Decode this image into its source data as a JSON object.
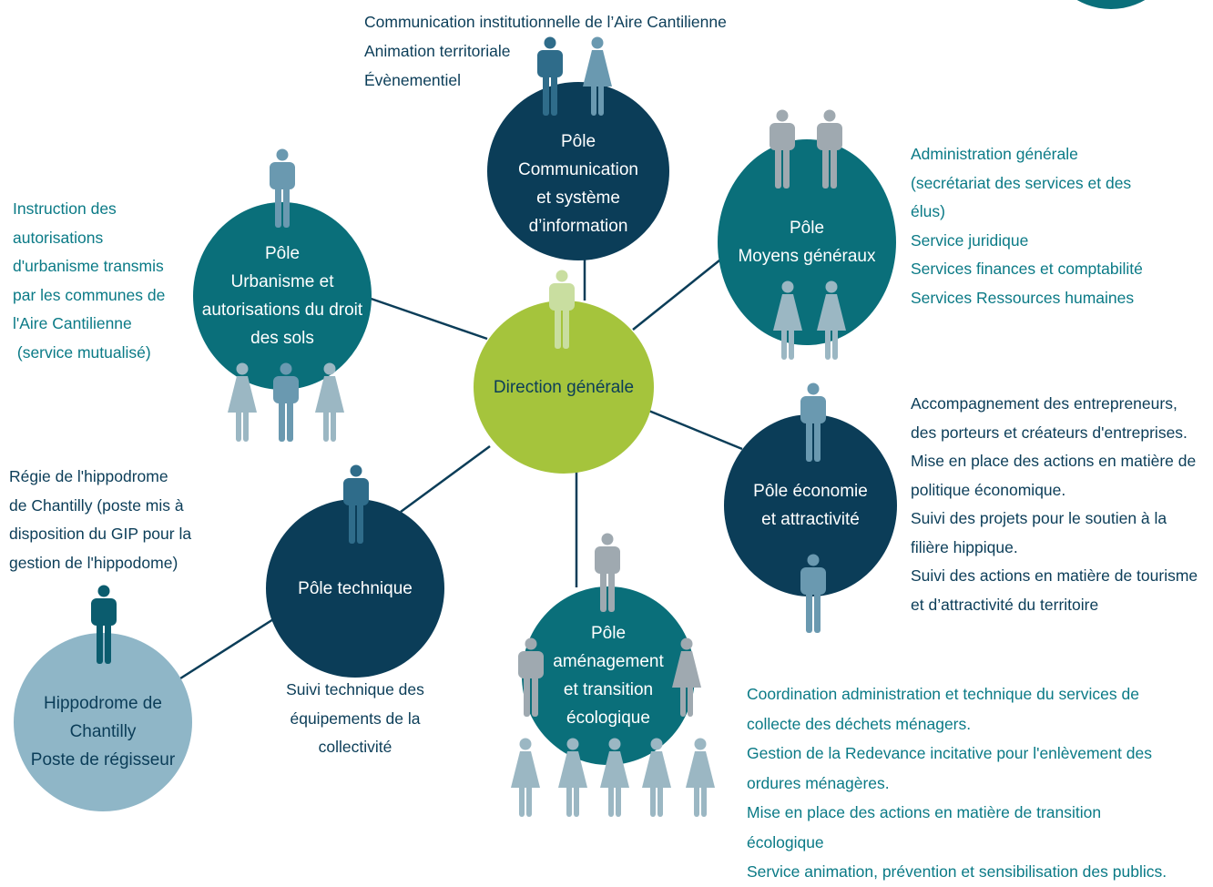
{
  "colors": {
    "dark_navy": "#0b3d58",
    "teal": "#0a6f7a",
    "lime": "#a5c43c",
    "light_blue": "#8fb6c7",
    "person_dark": "#2f6c8a",
    "person_mid": "#6a99b0",
    "person_light": "#9bb7c3",
    "person_gray": "#9fa9b0",
    "person_director": "#c9dea0",
    "text_teal": "#0a7a86",
    "text_dark": "#0b3d58",
    "line": "#0b3d58"
  },
  "direction": {
    "label": "Direction générale"
  },
  "poles": {
    "communication": {
      "lines": [
        "Pôle",
        "Communication",
        "et système",
        "d’information"
      ],
      "description": [
        "Communication institutionnelle de l’Aire Cantilienne",
        "Animation territoriale",
        "Évènementiel"
      ]
    },
    "moyens": {
      "lines": [
        "Pôle",
        "Moyens généraux"
      ],
      "description": [
        "Administration générale",
        "(secrétariat des services et des",
        "élus)",
        "Service juridique",
        "Services finances et comptabilité",
        "Services Ressources humaines"
      ]
    },
    "urbanisme": {
      "lines": [
        "Pôle",
        "Urbanisme et",
        "autorisations du droit",
        "des sols"
      ],
      "description": [
        "Instruction des",
        "autorisations",
        "d'urbanisme transmis",
        "par les communes de",
        "l'Aire Cantilienne",
        " (service mutualisé)"
      ]
    },
    "economie": {
      "lines": [
        "Pôle économie",
        "et attractivité"
      ],
      "description": [
        "Accompagnement des entrepreneurs,",
        "des porteurs et créateurs d'entreprises.",
        "Mise en place des actions en matière de",
        "politique économique.",
        "Suivi des projets pour le soutien à la",
        "filière hippique.",
        "Suivi des actions en matière de tourisme",
        "et d’attractivité du territoire"
      ]
    },
    "technique": {
      "lines": [
        "Pôle technique"
      ],
      "description": [
        "Suivi technique des",
        "équipements de la",
        "collectivité"
      ]
    },
    "amenagement": {
      "lines": [
        "Pôle",
        "aménagement",
        "et transition",
        "écologique"
      ],
      "description": [
        "Coordination administration et technique du services de",
        "collecte des déchets ménagers.",
        "Gestion de la Redevance incitative pour l'enlèvement des",
        "ordures ménagères.",
        "Mise en place des actions en matière de transition",
        "écologique",
        "Service animation, prévention et sensibilisation des publics."
      ]
    },
    "hippodrome": {
      "lines": [
        "Hippodrome de",
        "Chantilly",
        "Poste de régisseur"
      ],
      "description": [
        "Régie de l'hippodrome",
        "de Chantilly (poste mis à",
        "disposition du GIP pour la",
        "gestion de l'hippodome)"
      ]
    }
  }
}
